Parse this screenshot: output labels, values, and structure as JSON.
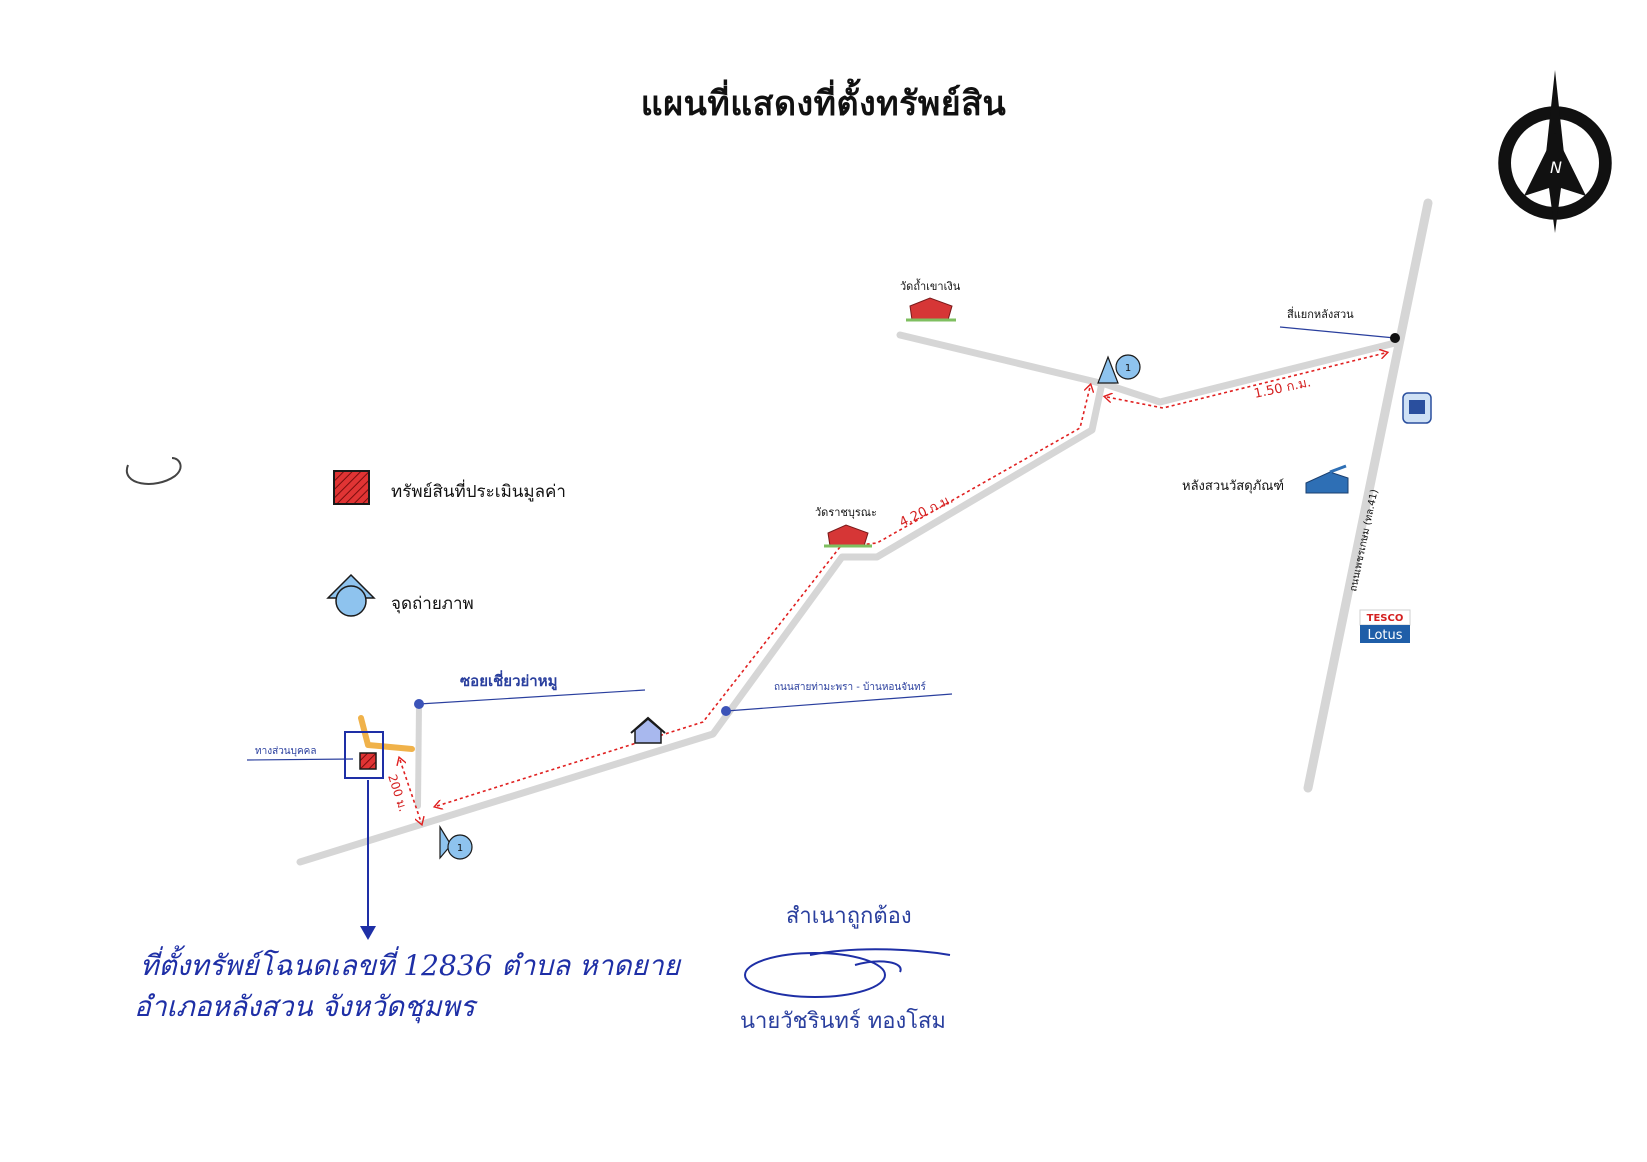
{
  "title": "แผนที่แสดงที่ตั้งทรัพย์สิน",
  "legend": {
    "property_label": "ทรัพย์สินที่ประเมินมูลค่า",
    "photo_point_label": "จุดถ่ายภาพ"
  },
  "compass": {
    "north_label": "N"
  },
  "landmarks": {
    "wat_tham_khao_ngoen": "วัดถ้ำเขาเงิน",
    "wat_rat_burana": "วัดราชบุรณะ",
    "four_way_intersection": "สี่แยกหลังสวน",
    "hardware_store": "หลังสวนวัสดุภัณฑ์",
    "private_road": "ทางส่วนบุคคล",
    "tesco_line1": "TESCO",
    "tesco_line2": "Lotus"
  },
  "roads": {
    "soi": "ซอยเชี่ยวย่าหมู",
    "main_road": "ถนนสายท่ามะพรา - บ้านหอนจันทร์",
    "highway": "ถนนเพชรเกษม (ทล.41)"
  },
  "distances": {
    "d1": "1.50 ก.ม.",
    "d2": "4.20 ก.ม.",
    "d3": "200 ม."
  },
  "photo_points": {
    "p1": "1",
    "p2": "1"
  },
  "certification": {
    "copy_text": "สำเนาถูกต้อง",
    "name": "นายวัชรินทร์  ทองโสม"
  },
  "handwritten_note": {
    "line1": "ที่ตั้งทรัพย์โฉนดเลขที่ 12836  ตำบล หาดยาย",
    "line2": "อำเภอหลังสวน   จังหวัดชุมพร"
  },
  "colors": {
    "road": "#d6d6d6",
    "route": "#e02020",
    "marker": "#8ec3ee",
    "ink": "#1e2fa6",
    "property": "#d93030"
  }
}
